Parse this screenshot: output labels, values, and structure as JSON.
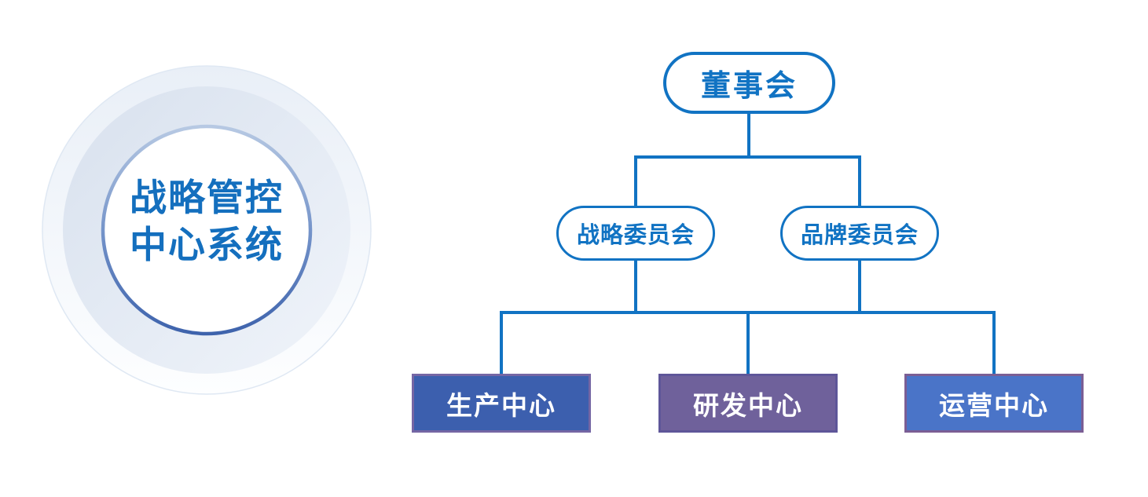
{
  "badge": {
    "line1": "战略管控",
    "line2": "中心系统"
  },
  "org_chart": {
    "root": {
      "label": "董事会"
    },
    "committees": [
      {
        "label": "战略委员会"
      },
      {
        "label": "品牌委员会"
      }
    ],
    "centers": [
      {
        "label": "生产中心",
        "fill": "#3c5fae",
        "border": "#7566a4"
      },
      {
        "label": "研发中心",
        "fill": "#6f619b",
        "border": "#5e5699"
      },
      {
        "label": "运营中心",
        "fill": "#4a74c8",
        "border": "#7b5e94"
      }
    ]
  },
  "colors": {
    "accent_blue": "#1173c3",
    "badge_text_blue": "#146fbe",
    "badge_ring_dark": "#3e63ac",
    "badge_ring_light": "#dfe8f3",
    "node_text_white": "#ffffff"
  }
}
